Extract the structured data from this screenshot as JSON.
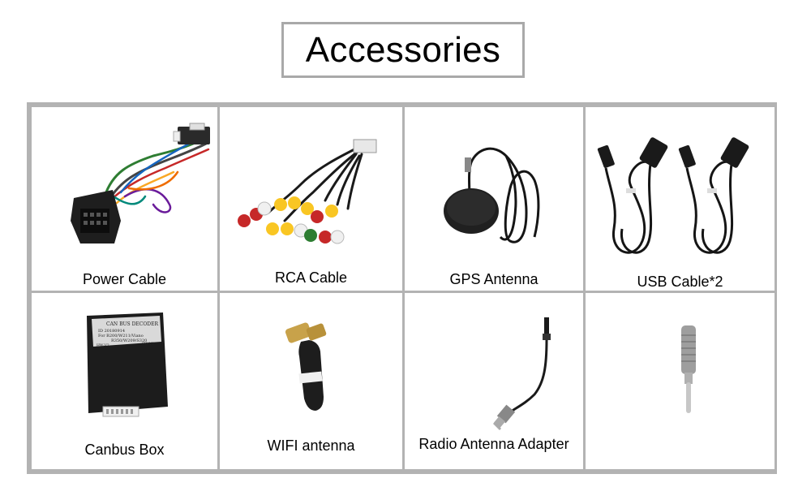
{
  "page": {
    "title": "Accessories"
  },
  "items": [
    {
      "label": "Power Cable",
      "icon": "power-cable-harness-icon"
    },
    {
      "label": "RCA Cable",
      "icon": "rca-cable-icon"
    },
    {
      "label": "GPS Antenna",
      "icon": "gps-antenna-icon"
    },
    {
      "label": "USB Cable*2",
      "icon": "usb-cable-icon"
    },
    {
      "label": "Canbus Box",
      "icon": "canbus-box-icon",
      "printed_text": [
        "CAN BUS DECODER",
        "ID 20180914",
        "For B200/W211/Viano",
        "R350/W209/S320",
        "HW:V2",
        "SW:V3"
      ]
    },
    {
      "label": "WIFI antenna",
      "icon": "wifi-antenna-icon"
    },
    {
      "label": "Radio Antenna Adapter",
      "icon": "radio-antenna-adapter-icon"
    },
    {
      "label": "",
      "icon": "antenna-plug-icon"
    }
  ]
}
